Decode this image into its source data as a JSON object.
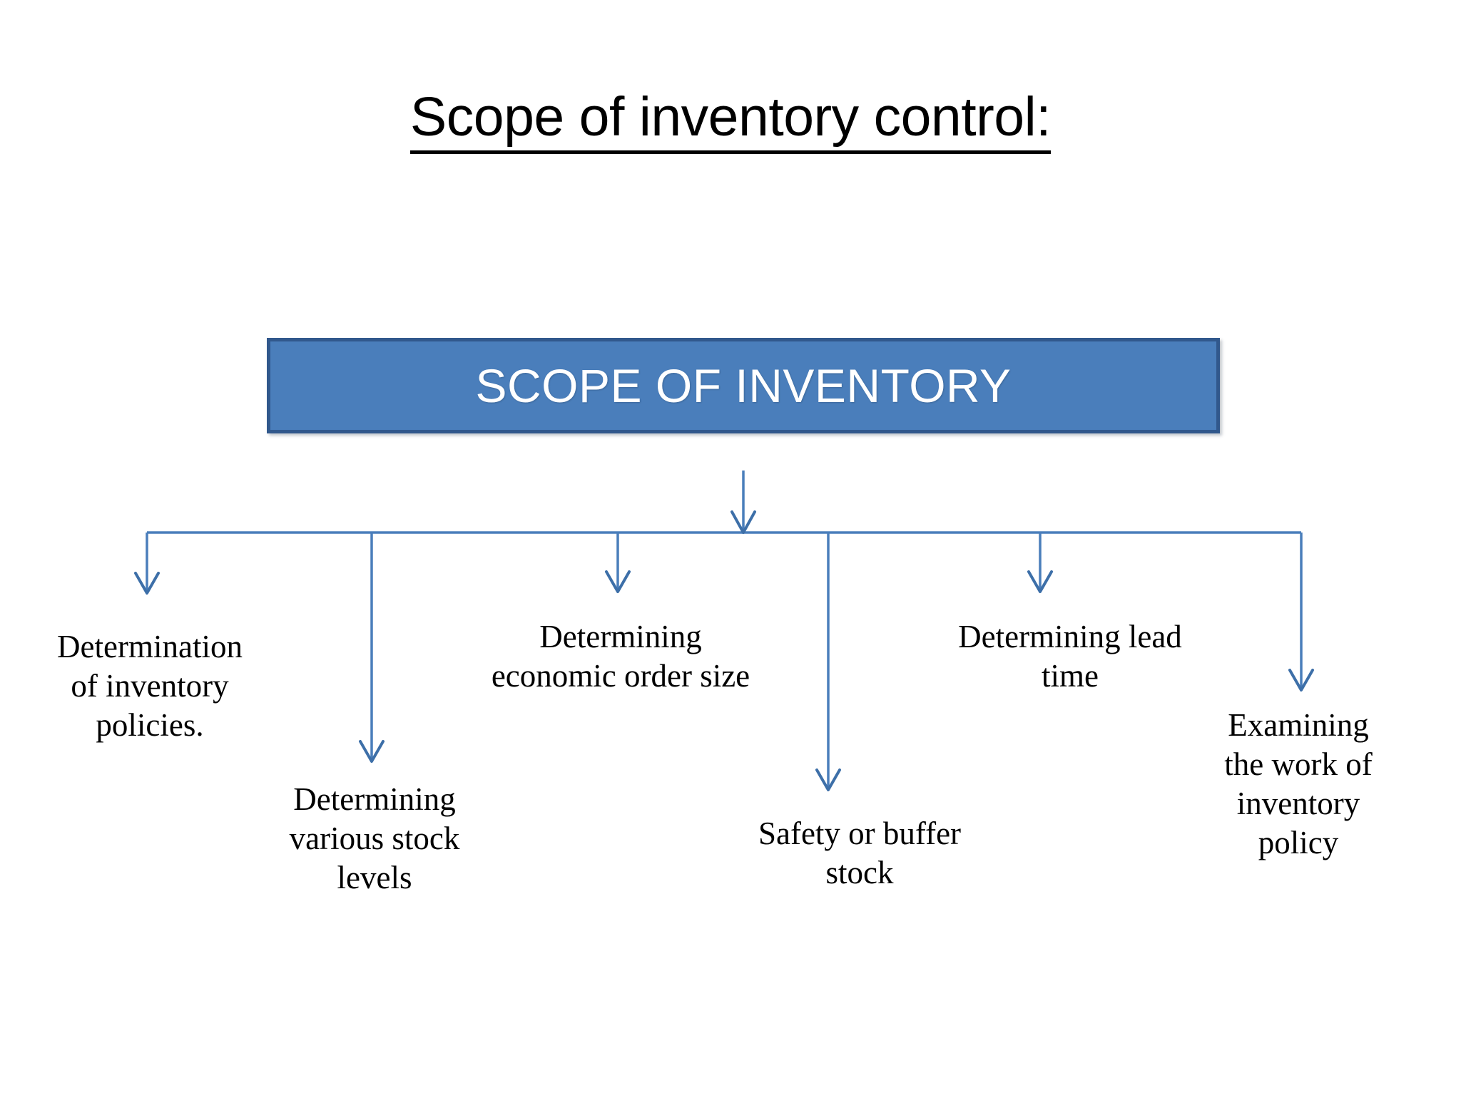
{
  "slide": {
    "title": "Scope of inventory control:",
    "background_color": "#ffffff"
  },
  "root_node": {
    "label": "SCOPE OF INVENTORY",
    "fill_color": "#4a7ebb",
    "border_color": "#31588c",
    "text_color": "#ffffff"
  },
  "connector": {
    "line_color": "#4a7ebb",
    "arrow_color": "#3d6fa8"
  },
  "branches": [
    {
      "id": "determination-of-inventory-policies",
      "label": "Determination\nof inventory\npolicies."
    },
    {
      "id": "determining-various-stock-levels",
      "label": "Determining\nvarious stock\nlevels"
    },
    {
      "id": "determining-economic-order-size",
      "label": "Determining\neconomic order size"
    },
    {
      "id": "safety-or-buffer-stock",
      "label": "Safety or buffer\nstock"
    },
    {
      "id": "determining-lead-time",
      "label": "Determining lead\ntime"
    },
    {
      "id": "examining-the-work-of-inventory-policy",
      "label": "Examining\nthe work of\ninventory\npolicy"
    }
  ],
  "chart_data": {
    "type": "diagram",
    "diagram_kind": "tree-hierarchy",
    "title": "Scope of inventory control:",
    "root": "SCOPE OF INVENTORY",
    "children": [
      "Determination of inventory policies.",
      "Determining various stock levels",
      "Determining economic order size",
      "Safety or buffer stock",
      "Determining lead time",
      "Examining the work of inventory policy"
    ]
  }
}
